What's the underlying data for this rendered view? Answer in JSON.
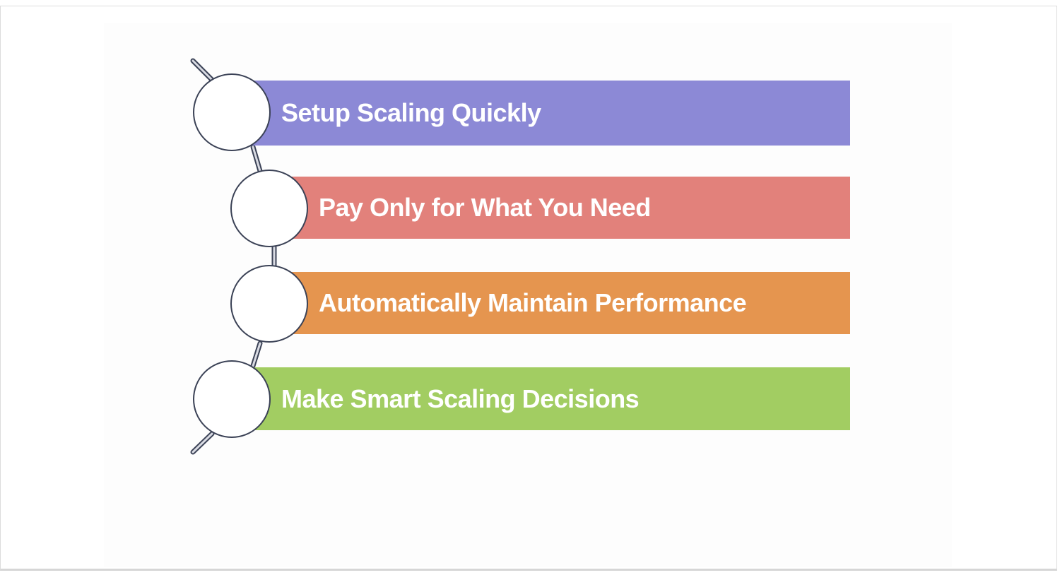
{
  "diagram": {
    "items": [
      {
        "label": "Setup Scaling Quickly",
        "color": "#8c89d6"
      },
      {
        "label": "Pay Only for What You Need",
        "color": "#e2817b"
      },
      {
        "label": "Automatically Maintain Performance",
        "color": "#e5954f"
      },
      {
        "label": "Make Smart Scaling Decisions",
        "color": "#a2cd62"
      }
    ],
    "connector_color": "#3b4256",
    "node_fill": "#ffffff"
  }
}
